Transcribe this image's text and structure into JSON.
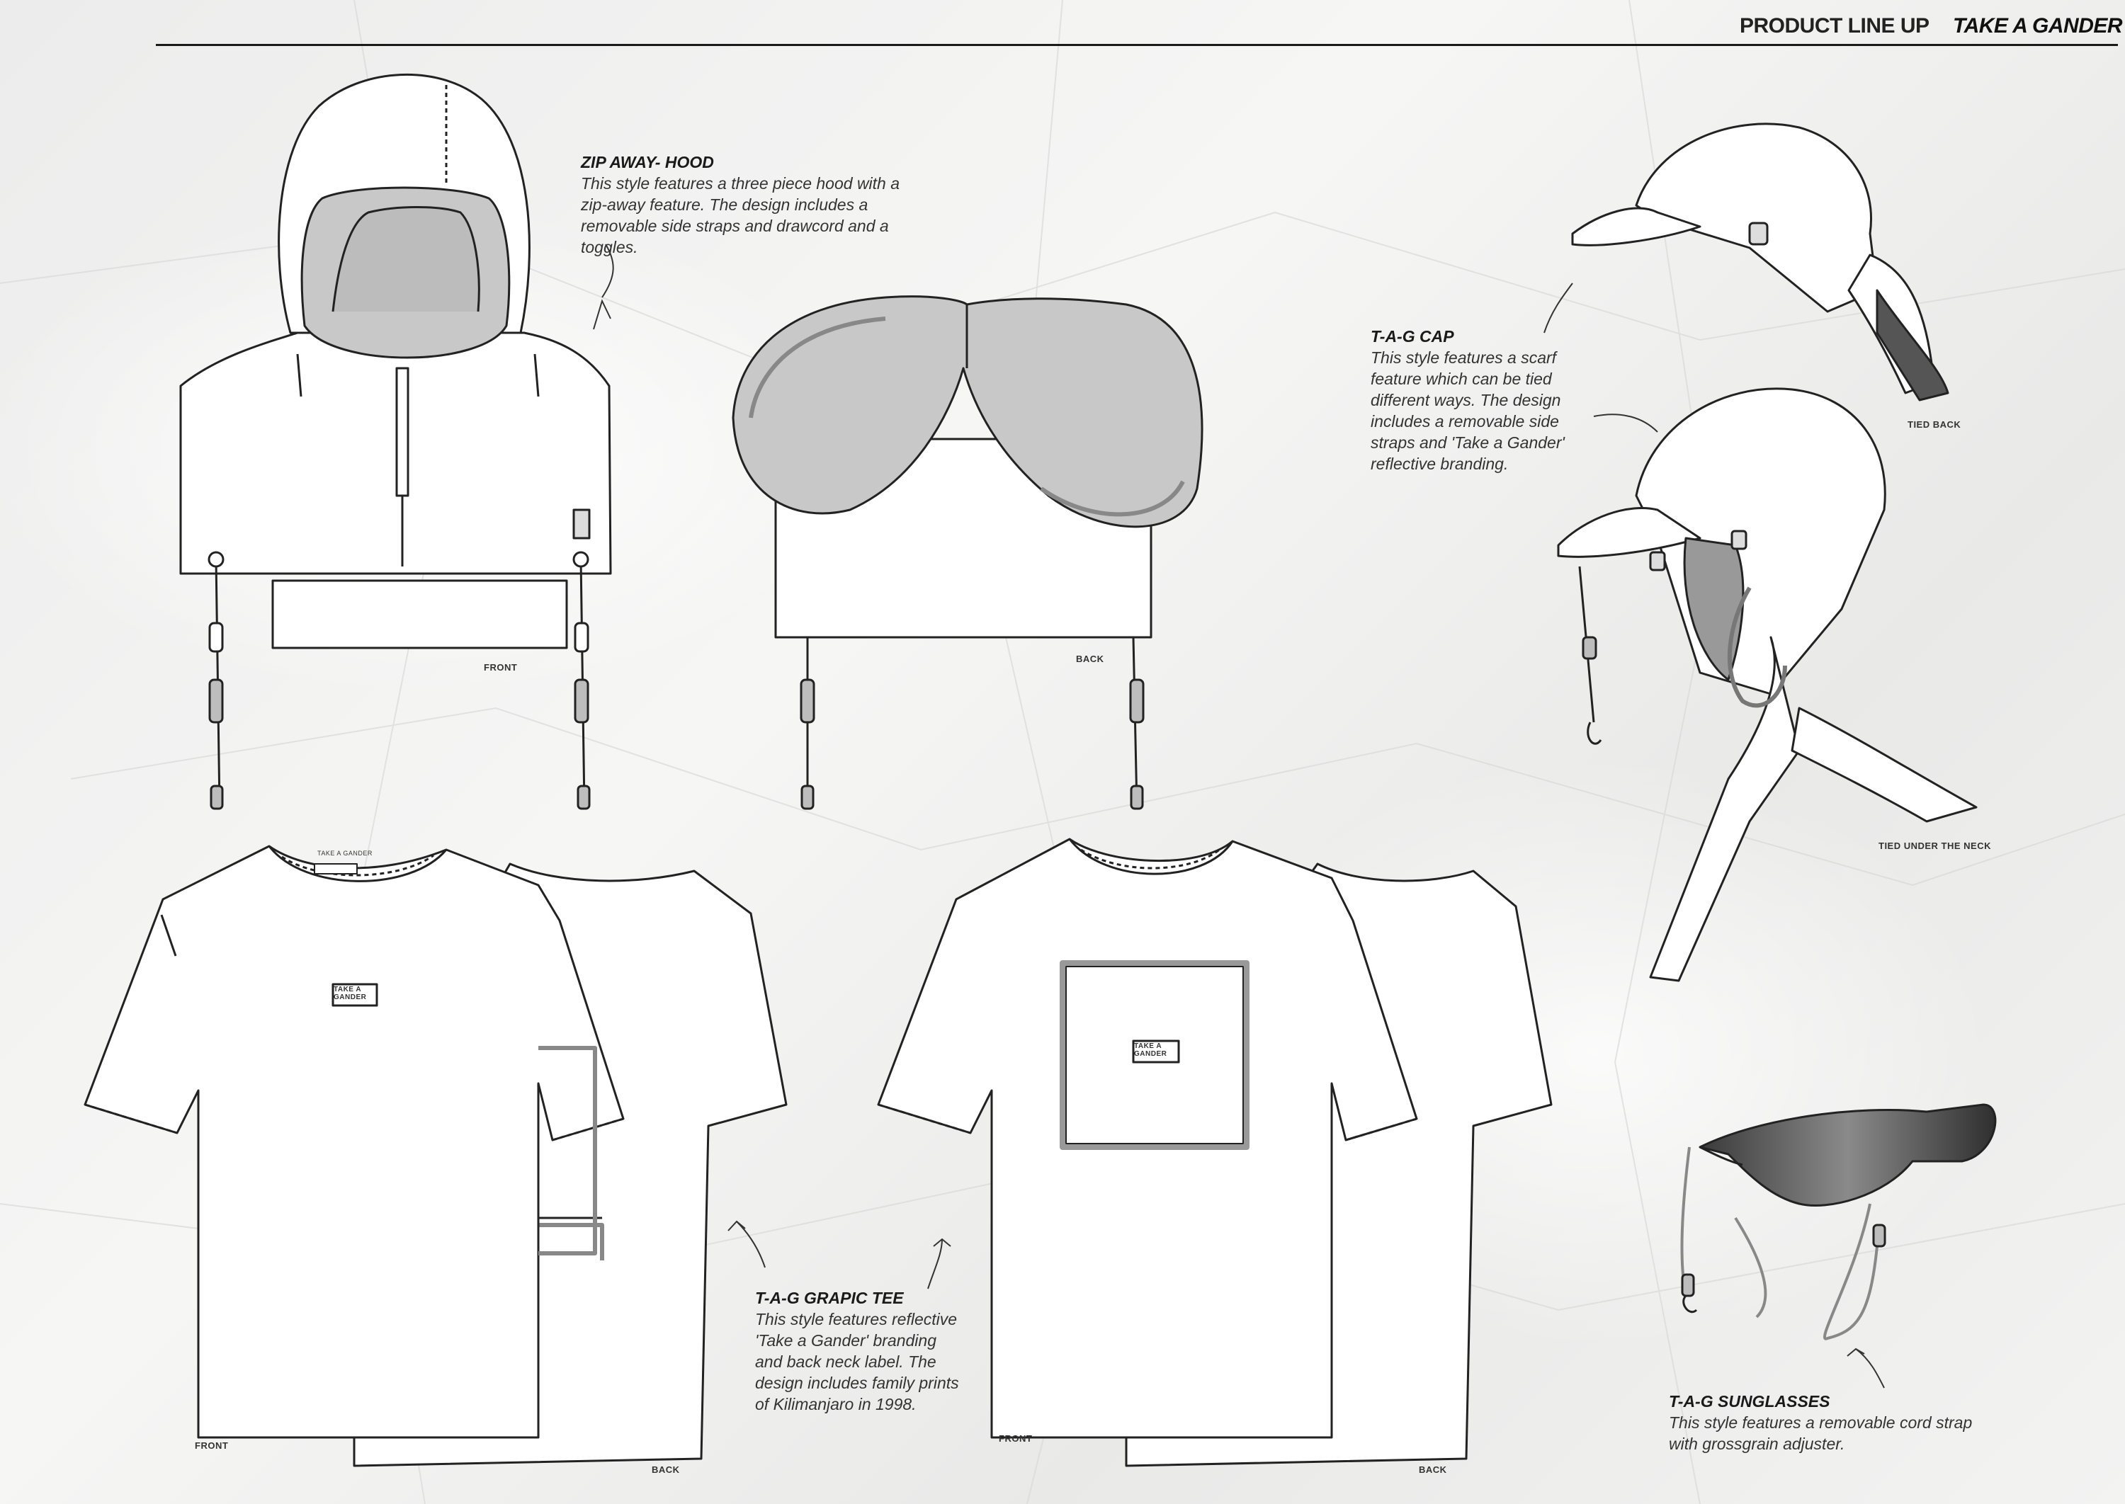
{
  "header": {
    "section_title": "PRODUCT LINE UP",
    "brand_title": "TAKE A GANDER"
  },
  "products": {
    "hood": {
      "title": "ZIP AWAY- HOOD",
      "lines": [
        "This style features a three piece hood with a",
        "zip-away feature. The design includes a",
        "removable side straps and drawcord and a",
        "toggles."
      ],
      "front_label": "FRONT",
      "back_label": "BACK"
    },
    "cap": {
      "title": "T-A-G CAP",
      "lines": [
        "This style features a scarf",
        "feature which can be tied",
        "different ways. The design",
        "includes a removable side",
        "straps and 'Take a Gander'",
        "reflective branding."
      ],
      "tied_back_label": "TIED BACK",
      "tied_neck_label": "TIED UNDER THE NECK"
    },
    "tee": {
      "title": "T-A-G GRAPIC TEE",
      "lines": [
        "This style features reflective",
        "'Take a Gander' branding",
        "and back neck label. The",
        "design includes family prints",
        "of Kilimanjaro in 1998."
      ],
      "tee1_front_label": "FRONT",
      "tee1_back_label": "BACK",
      "tee2_front_label": "FRONT",
      "tee2_back_label": "BACK",
      "neck_label_text": "TAKE A GANDER",
      "logo_line1": "TAKE A",
      "logo_line2": "GANDER"
    },
    "sunglasses": {
      "title": "T-A-G SUNGLASSES",
      "lines": [
        "This style features a removable cord strap",
        "with grossgrain adjuster."
      ]
    }
  },
  "colors": {
    "ink": "#222222",
    "grey_fill": "#c8c8c8",
    "paper": "#f1f1f0"
  }
}
